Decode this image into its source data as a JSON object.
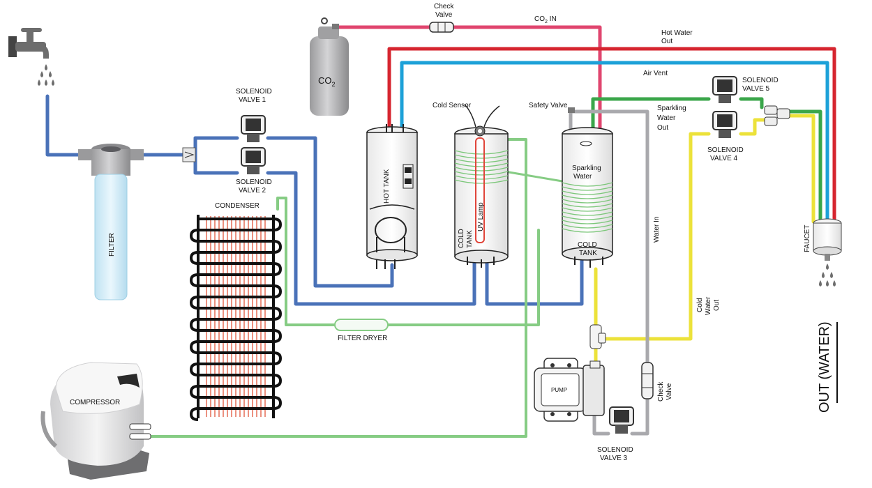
{
  "labels": {
    "check_valve_top": [
      "Check",
      "Valve"
    ],
    "co2_in": "CO",
    "co2_in_sub": "2",
    "co2_in_suffix": " IN",
    "co2_tank": "CO",
    "co2_tank_sub": "2",
    "hot_water_out": [
      "Hot Water",
      "Out"
    ],
    "air_vent": "Air Vent",
    "solenoid_valve_1": [
      "SOLENOID",
      "VALVE 1"
    ],
    "solenoid_valve_2": [
      "SOLENOID",
      "VALVE 2"
    ],
    "solenoid_valve_3": [
      "SOLENOID",
      "VALVE 3"
    ],
    "solenoid_valve_4": [
      "SOLENOID",
      "VALVE 4"
    ],
    "solenoid_valve_5": [
      "SOLENOID",
      "VALVE 5"
    ],
    "cold_sensor": "Cold Sensor",
    "safety_valve": "Safety Valve",
    "sparkling_water_out": [
      "Sparkling",
      "Water",
      "Out"
    ],
    "hot_tank": "HOT TANK",
    "cold_tank_left": [
      "COLD",
      "TANK"
    ],
    "uv_lamp": "UV Lamp",
    "sparkling_water": [
      "Sparkling",
      "Water"
    ],
    "cold_tank_right": [
      "COLD",
      "TANK"
    ],
    "condenser": "CONDENSER",
    "filter": "FILTER",
    "filter_dryer": "FILTER DRYER",
    "compressor": "COMPRESSOR",
    "pump": "PUMP",
    "water_in": "Water In",
    "cold_water_out": [
      "Cold",
      "Water",
      "Out"
    ],
    "check_valve_bottom": [
      "Check",
      "Valve"
    ],
    "faucet": "FAUCET",
    "out_water": "OUT (WATER)"
  },
  "colors": {
    "water_blue": "#4a72b8",
    "co2_pink": "#e0456e",
    "hot_red": "#d6252f",
    "air_blue": "#1da1d8",
    "sparkling_green": "#3aa64a",
    "cold_yellow": "#ece23a",
    "refrigerant_green": "#86cc84",
    "gray_line": "#a9a9ad",
    "condenser_red": "#e0563c"
  }
}
